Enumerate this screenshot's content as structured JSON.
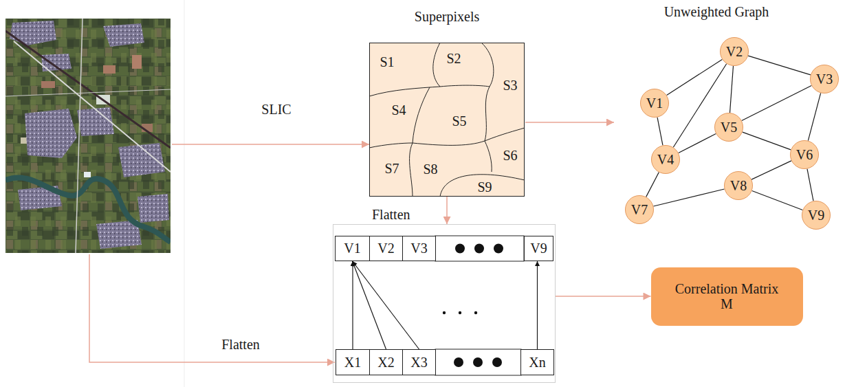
{
  "diagram": {
    "nodes": [
      {
        "text": [
          "Superpixels"
        ]
      },
      {
        "text": [
          "S1"
        ],
        "in": 0
      },
      {
        "text": [
          "S2"
        ],
        "in": 0
      },
      {
        "text": [
          "S3"
        ],
        "in": 0
      },
      {
        "text": [
          "S4"
        ],
        "in": 0
      },
      {
        "text": [
          "S5"
        ],
        "in": 0
      },
      {
        "text": [
          "S6"
        ],
        "in": 0
      },
      {
        "text": [
          "S7"
        ],
        "in": 0
      },
      {
        "text": [
          "S8"
        ],
        "in": 0
      },
      {
        "text": [
          "S9"
        ],
        "in": 0
      },
      {
        "text": [
          "V1"
        ]
      },
      {
        "text": [
          "V2"
        ]
      },
      {
        "text": [
          "V3"
        ]
      },
      {
        "text": [
          "V4"
        ]
      },
      {
        "text": [
          "V5"
        ]
      },
      {
        "text": [
          "V6"
        ]
      },
      {
        "text": [
          "V7"
        ]
      },
      {
        "text": [
          "V8"
        ]
      },
      {
        "text": [
          "V9"
        ]
      },
      {
        "text": [
          "Flatten"
        ]
      },
      {
        "text": [
          "V1"
        ],
        "in": 19
      },
      {
        "text": [
          "V2"
        ],
        "in": 19
      },
      {
        "text": [
          "V3"
        ],
        "in": 19
      },
      {
        "text": [
          "V9"
        ],
        "in": 19
      },
      {
        "text": [
          "X1"
        ],
        "in": 19
      },
      {
        "text": [
          "X2"
        ],
        "in": 19
      },
      {
        "text": [
          "X3"
        ],
        "in": 19
      },
      {
        "text": [
          "Xn"
        ],
        "in": 19
      },
      {
        "text": [
          "Correlation Matrix M"
        ]
      }
    ],
    "edges": [
      {
        "from": 10,
        "to": 11,
        "arrow": "none"
      },
      {
        "from": 10,
        "to": 13,
        "arrow": "none"
      },
      {
        "from": 11,
        "to": 13,
        "arrow": "none"
      },
      {
        "from": 11,
        "to": 14,
        "arrow": "none"
      },
      {
        "from": 11,
        "to": 12,
        "arrow": "none"
      },
      {
        "from": 12,
        "to": 14,
        "arrow": "none"
      },
      {
        "from": 12,
        "to": 15,
        "arrow": "none"
      },
      {
        "from": 13,
        "to": 14,
        "arrow": "none"
      },
      {
        "from": 14,
        "to": 15,
        "arrow": "none"
      },
      {
        "from": 13,
        "to": 16,
        "arrow": "none"
      },
      {
        "from": 16,
        "to": 17,
        "arrow": "none"
      },
      {
        "from": 17,
        "to": 15,
        "arrow": "none"
      },
      {
        "from": 17,
        "to": 18,
        "arrow": "none"
      },
      {
        "from": 15,
        "to": 18,
        "arrow": "none"
      },
      {
        "from": 24,
        "to": 20,
        "arrow": "to"
      },
      {
        "from": 25,
        "to": 20,
        "arrow": "to"
      },
      {
        "from": 26,
        "to": 20,
        "arrow": "to"
      },
      {
        "from": 27,
        "to": 23,
        "arrow": "to"
      },
      {
        "from": 0,
        "to": 19,
        "arrow": "to"
      },
      {
        "from": 19,
        "to": 28,
        "arrow": "to"
      }
    ],
    "labels": [
      "SLIC",
      "Unweighted Graph",
      "Flatten"
    ]
  }
}
